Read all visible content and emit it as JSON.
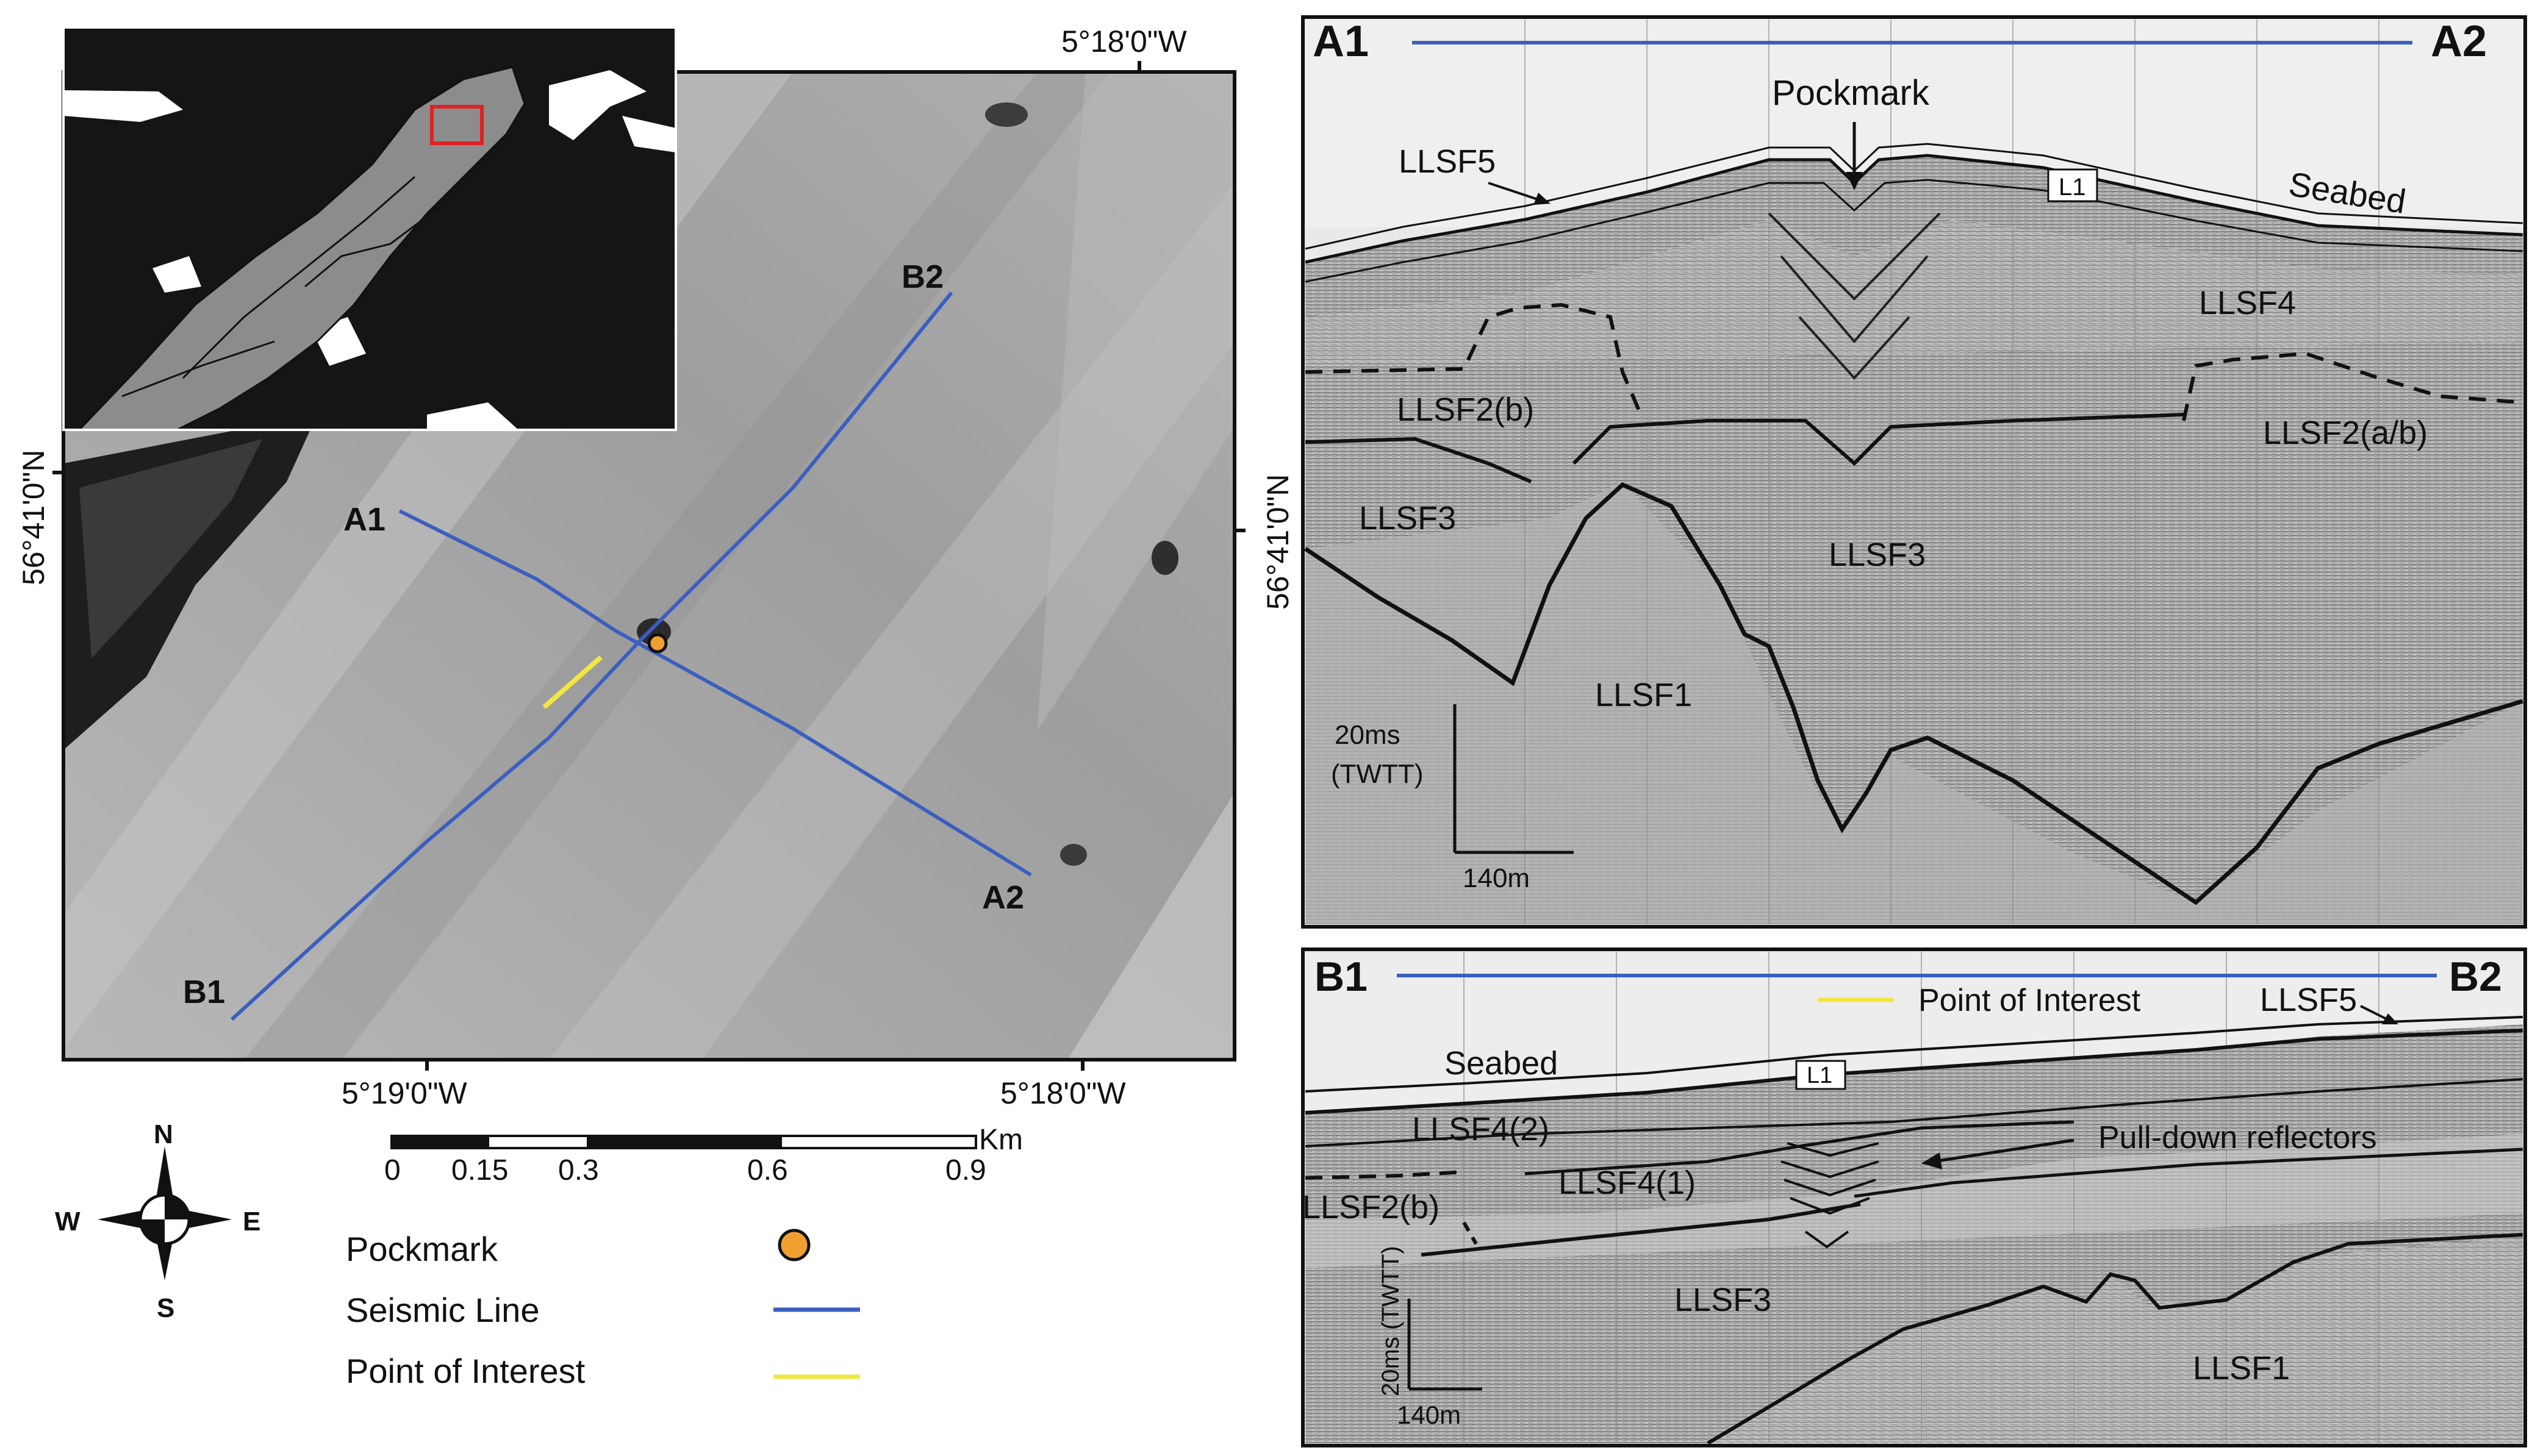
{
  "map": {
    "coords": {
      "top_lon": "5°18'0\"W",
      "bottom_lon_1": "5°19'0\"W",
      "bottom_lon_2": "5°18'0\"W",
      "left_lat": "56°41'0\"N",
      "right_lat": "56°41'0\"N"
    },
    "line_labels": {
      "a1": "A1",
      "a2": "A2",
      "b1": "B1",
      "b2": "B2"
    }
  },
  "scale_bar": {
    "unit": "Km",
    "ticks": [
      "0",
      "0.15",
      "0.3",
      "0.6",
      "0.9"
    ]
  },
  "compass": {
    "n": "N",
    "s": "S",
    "e": "E",
    "w": "W"
  },
  "legend": {
    "items": [
      {
        "label": "Pockmark",
        "color": "#f0a030"
      },
      {
        "label": "Seismic Line",
        "color": "#3a5fbf"
      },
      {
        "label": "Point of Interest",
        "color": "#f2e640"
      }
    ]
  },
  "profile_a": {
    "start": "A1",
    "end": "A2",
    "labels": {
      "pockmark": "Pockmark",
      "llsf5": "LLSF5",
      "l1": "L1",
      "seabed": "Seabed",
      "llsf4": "LLSF4",
      "llsf2b": "LLSF2(b)",
      "llsf2ab": "LLSF2(a/b)",
      "llsf3_left": "LLSF3",
      "llsf3_center": "LLSF3",
      "llsf1": "LLSF1",
      "vscale_1": "20ms",
      "vscale_2": "(TWTT)",
      "hscale": "140m"
    }
  },
  "profile_b": {
    "start": "B1",
    "end": "B2",
    "labels": {
      "poi": "Point of Interest",
      "llsf5": "LLSF5",
      "seabed": "Seabed",
      "l1": "L1",
      "llsf4_2": "LLSF4(2)",
      "llsf4_1": "LLSF4(1)",
      "pulldown": "Pull-down reflectors",
      "llsf2b": "LLSF2(b)",
      "llsf3": "LLSF3",
      "llsf1": "LLSF1",
      "vscale": "20ms (TWTT)",
      "hscale": "140m"
    }
  }
}
